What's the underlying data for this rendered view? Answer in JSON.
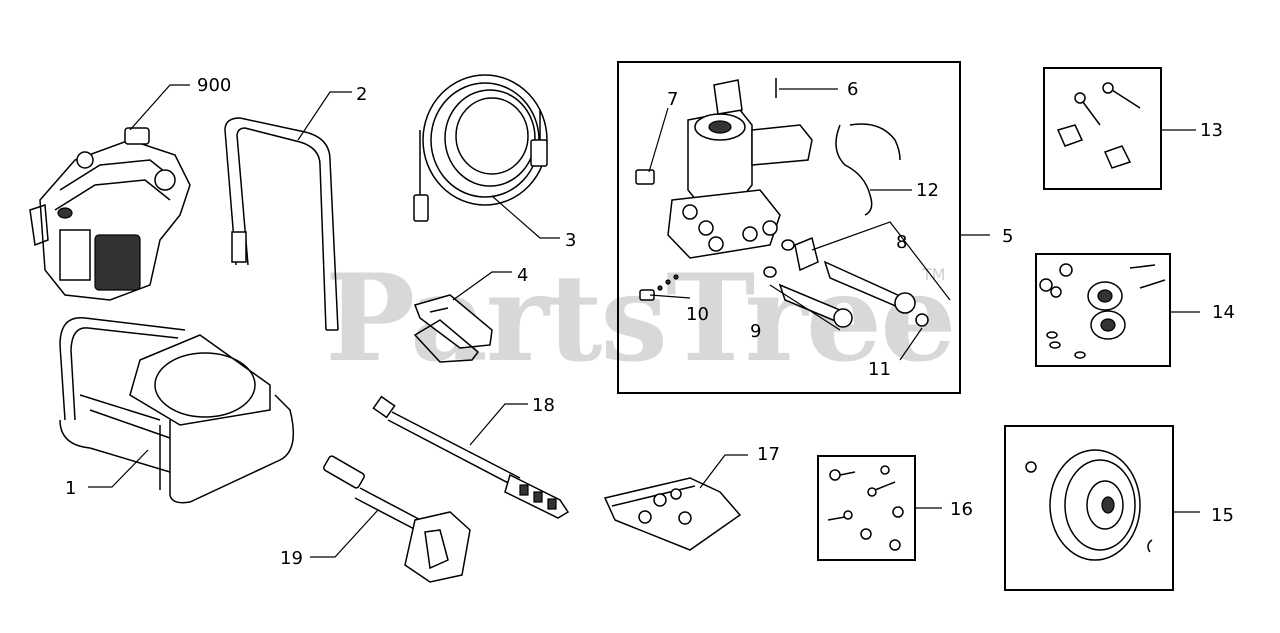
{
  "watermark": {
    "text": "PartsTree",
    "trademark": "TM"
  },
  "callouts": {
    "c900": "900",
    "c1": "1",
    "c2": "2",
    "c3": "3",
    "c4": "4",
    "c5": "5",
    "c6": "6",
    "c7": "7",
    "c8": "8",
    "c9": "9",
    "c10": "10",
    "c11": "11",
    "c12": "12",
    "c13": "13",
    "c14": "14",
    "c15": "15",
    "c16": "16",
    "c17": "17",
    "c18": "18",
    "c19": "19"
  },
  "icons": {
    "engine": "engine-icon",
    "frame": "frame-icon",
    "handle": "handle-icon",
    "hose": "hose-icon",
    "bracket": "bracket-icon",
    "pump": "pump-icon",
    "hardware": "hardware-kit-icon",
    "wheel": "wheel-icon",
    "wand": "spray-wand-icon",
    "gun": "spray-gun-icon",
    "nozzles": "nozzle-bag-icon"
  }
}
